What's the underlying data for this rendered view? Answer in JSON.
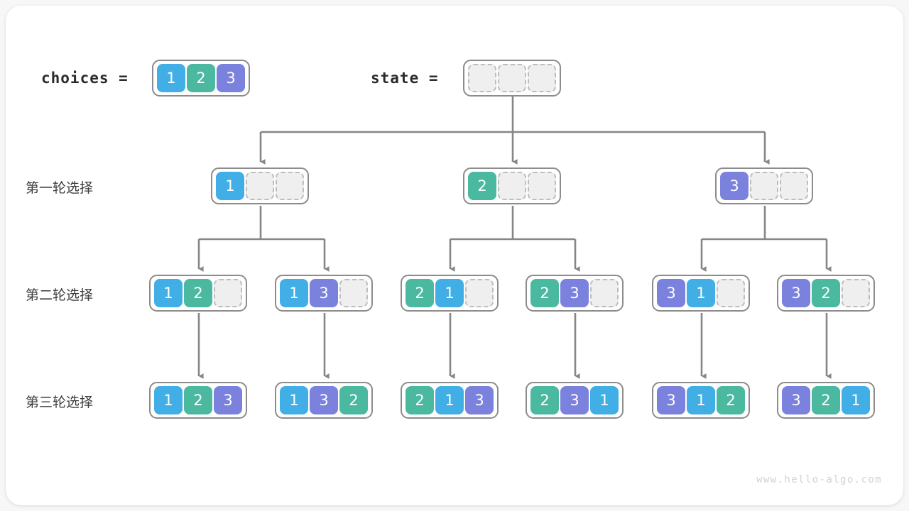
{
  "page": {
    "watermark": "www.hello-algo.com",
    "background": "#f7f7f7",
    "card_color": "#ffffff"
  },
  "palette": {
    "blue": "#41aee6",
    "green": "#4bb8a0",
    "purple": "#7a82dd",
    "empty_fill": "#efefef",
    "empty_border": "#bdbdbd",
    "node_border": "#8c8c8c",
    "wire": "#868686"
  },
  "header": {
    "choices_label": "choices =",
    "choices_values": [
      "1",
      "2",
      "3"
    ],
    "state_label": "state =",
    "state_values": [
      "",
      "",
      ""
    ]
  },
  "rows": [
    {
      "label": "第一轮选择",
      "nodes": [
        {
          "cells": [
            "1",
            "",
            ""
          ]
        },
        {
          "cells": [
            "2",
            "",
            ""
          ]
        },
        {
          "cells": [
            "3",
            "",
            ""
          ]
        }
      ]
    },
    {
      "label": "第二轮选择",
      "nodes": [
        {
          "cells": [
            "1",
            "2",
            ""
          ]
        },
        {
          "cells": [
            "1",
            "3",
            ""
          ]
        },
        {
          "cells": [
            "2",
            "1",
            ""
          ]
        },
        {
          "cells": [
            "2",
            "3",
            ""
          ]
        },
        {
          "cells": [
            "3",
            "1",
            ""
          ]
        },
        {
          "cells": [
            "3",
            "2",
            ""
          ]
        }
      ]
    },
    {
      "label": "第三轮选择",
      "nodes": [
        {
          "cells": [
            "1",
            "2",
            "3"
          ]
        },
        {
          "cells": [
            "1",
            "3",
            "2"
          ]
        },
        {
          "cells": [
            "2",
            "1",
            "3"
          ]
        },
        {
          "cells": [
            "2",
            "3",
            "1"
          ]
        },
        {
          "cells": [
            "3",
            "1",
            "2"
          ]
        },
        {
          "cells": [
            "3",
            "2",
            "1"
          ]
        }
      ]
    }
  ]
}
